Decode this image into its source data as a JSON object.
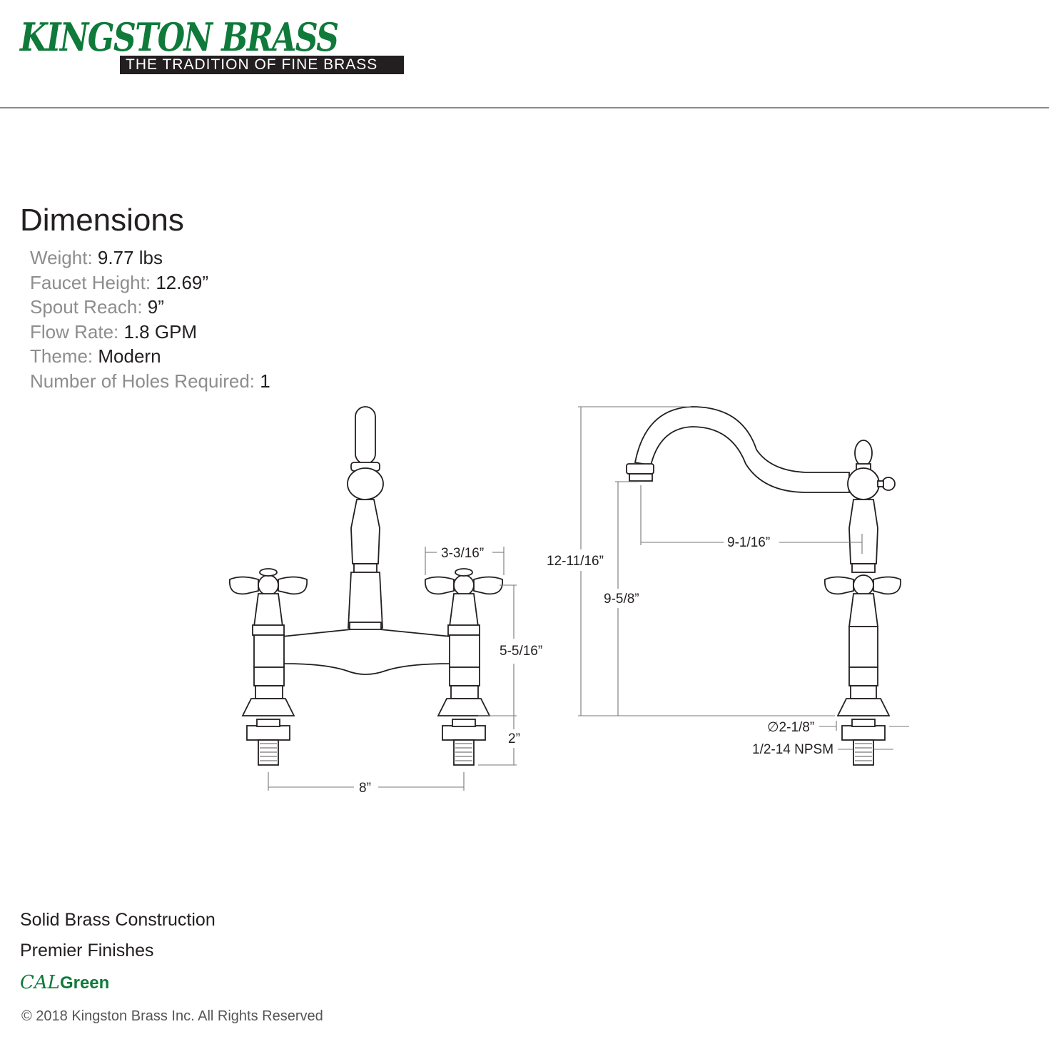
{
  "brand": {
    "name": "KINGSTON BRASS",
    "tagline": "THE TRADITION OF FINE BRASS",
    "color": "#0f7a3a"
  },
  "heading": "Dimensions",
  "specs": [
    {
      "label": "Weight:",
      "value": "9.77 lbs"
    },
    {
      "label": "Faucet Height:",
      "value": "12.69”"
    },
    {
      "label": "Spout Reach:",
      "value": "9”"
    },
    {
      "label": "Flow Rate:",
      "value": "1.8 GPM"
    },
    {
      "label": "Theme:",
      "value": "Modern"
    },
    {
      "label": "Number of Holes Required:",
      "value": "1"
    }
  ],
  "drawing": {
    "front": {
      "handle_width": "3-3/16”",
      "handle_height": "5-5/16”",
      "shank_length": "2”",
      "centers": "8”"
    },
    "side": {
      "overall_height": "12-11/16”",
      "spout_height": "9-5/8”",
      "spout_reach": "9-1/16”",
      "base_diameter": "∅2-1/8”",
      "thread": "1/2-14 NPSM"
    }
  },
  "features": [
    "Solid Brass Construction",
    "Premier Finishes"
  ],
  "certification": {
    "cal": "CAL",
    "green": "Green"
  },
  "copyright": "© 2018 Kingston Brass Inc. All Rights Reserved"
}
